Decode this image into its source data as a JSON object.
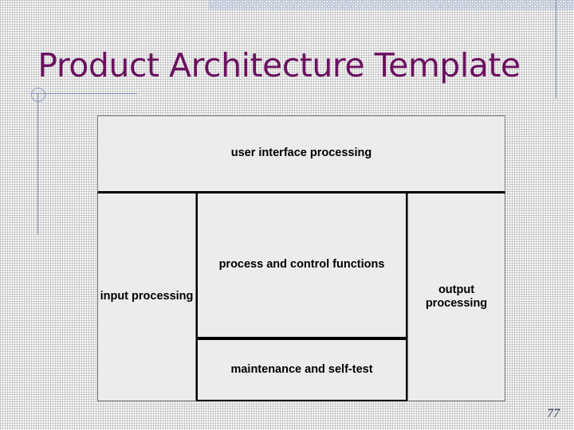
{
  "slide": {
    "title": "Product Architecture Template",
    "page_number": "77",
    "title_color": "#6B1060",
    "accent_line_color": "#7F8FB5",
    "box_fill_color": "#ECECEC",
    "box_border_color": "#000000",
    "background_color": "#FFFFFF",
    "grid_color": "#C6C6C6"
  },
  "diagram": {
    "type": "block-architecture",
    "boxes": [
      {
        "id": "user-interface-processing",
        "label": "user interface processing",
        "row": "top",
        "column": "full"
      },
      {
        "id": "input-processing",
        "label": "input processing",
        "row": "middle",
        "column": "left"
      },
      {
        "id": "process-and-control",
        "label": "process and control functions",
        "row": "middle",
        "column": "center"
      },
      {
        "id": "output-processing",
        "label": "output processing",
        "row": "middle",
        "column": "right"
      },
      {
        "id": "maintenance-and-self-test",
        "label": "maintenance and self-test",
        "row": "bottom",
        "column": "center"
      }
    ]
  }
}
